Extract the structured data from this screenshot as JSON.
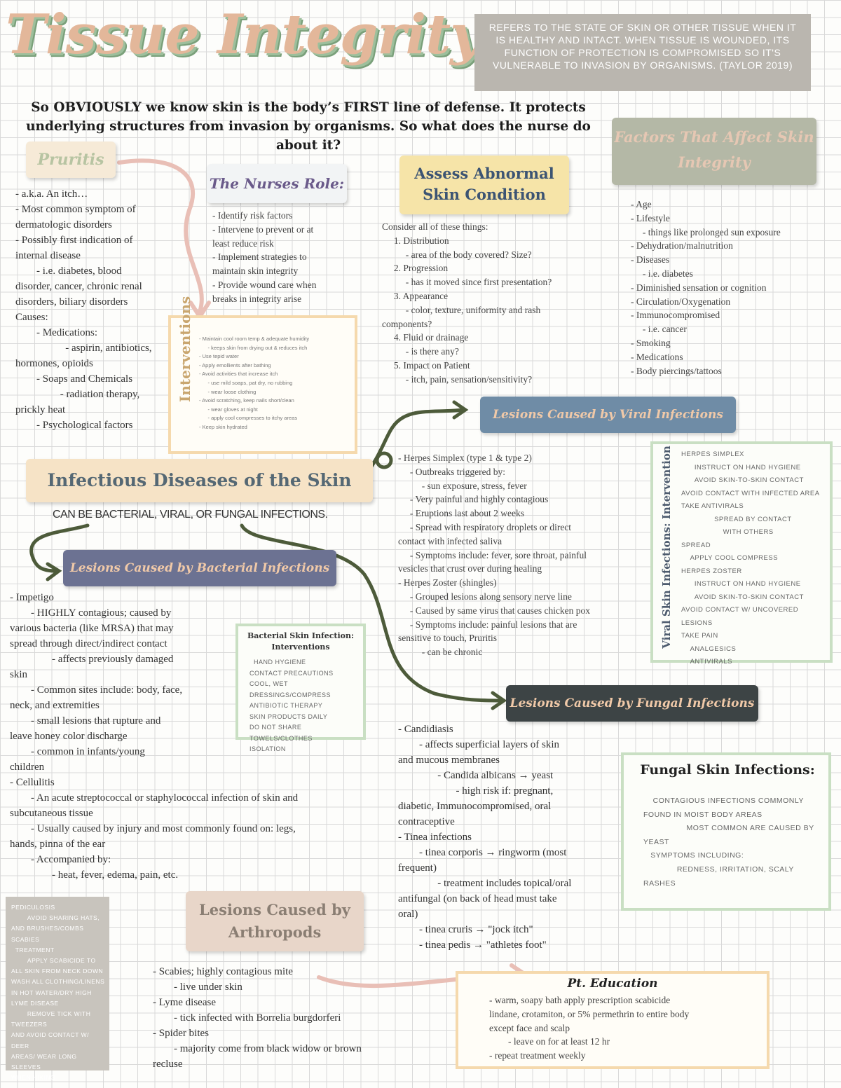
{
  "title": "Tissue Integrity",
  "definition": "refers to the state of skin or other tissue when it is healthy and intact. When tissue is wounded, its function of protection is compromised so it's vulnerable to invasion by organisms. (Taylor 2019)",
  "intro": "So OBVIOUSLY we know skin is the body’s FIRST line of defense. It protects underlying structures from invasion by organisms. So what does the nurse do about it?",
  "pruritis": {
    "heading": "Pruritis",
    "notes": "- a.k.a. An itch…\n- Most common symptom of\ndermatologic disorders\n- Possibly first indication of\ninternal disease\n        - i.e. diabetes, blood\ndisorder, cancer, chronic renal\ndisorders, biliary disorders\nCauses:\n        - Medications:\n                   - aspirin, antibiotics,\nhormones, opioids\n        - Soaps and Chemicals\n                 - radiation therapy,\nprickly heat\n        - Psychological factors"
  },
  "nurses_role": {
    "heading": "The Nurses Role:",
    "notes": "- Identify risk factors\n- Intervene to prevent or at\nleast reduce risk\n- Implement strategies to\nmaintain skin integrity\n- Provide wound care when\nbreaks in integrity arise"
  },
  "interventions": {
    "label": "Interventions",
    "notes": "- Maintain cool room temp & adequate humidity\n      - keeps skin from drying out & reduces itch\n- Use tepid water\n- Apply emollients after bathing\n- Avoid activities that increase itch\n      - use mild soaps, pat dry, no rubbing\n      - wear loose clothing\n- Avoid scratching, keep nails short/clean\n      - wear gloves at night\n      - apply cool compresses to itchy areas\n- Keep skin hydrated"
  },
  "assess": {
    "heading": "Assess Abnormal Skin Condition",
    "notes": "Consider all of these things:\n     1. Distribution\n          - area of the body covered? Size?\n     2. Progression\n          - has it moved since first presentation?\n     3. Appearance\n          - color, texture, uniformity and rash\ncomponents?\n     4. Fluid or drainage\n          - is there any?\n     5. Impact on Patient\n          - itch, pain, sensation/sensitivity?"
  },
  "factors": {
    "heading": "Factors That Affect Skin Integrity",
    "notes": "- Age\n- Lifestyle\n     - things like prolonged sun exposure\n- Dehydration/malnutrition\n- Diseases\n     - i.e. diabetes\n- Diminished sensation or cognition\n- Circulation/Oxygenation\n- Immunocompromised\n     - i.e. cancer\n- Smoking\n- Medications\n- Body piercings/tattoos"
  },
  "infectious": {
    "heading": "Infectious Diseases of the Skin",
    "sub": "CAN BE BACTERIAL, VIRAL, OR FUNGAL INFECTIONS."
  },
  "viral": {
    "heading": "Lesions Caused by Viral Infections",
    "notes": "- Herpes Simplex (type 1 & type 2)\n     - Outbreaks triggered by:\n          - sun exposure, stress, fever\n     - Very painful and highly contagious\n     - Eruptions last about 2 weeks\n     - Spread with respiratory droplets or direct\ncontact with infected saliva\n     - Symptoms include: fever, sore throat, painful\nvesicles that crust over during healing\n- Herpes Zoster (shingles)\n     - Grouped lesions along sensory nerve line\n     - Caused by same virus that causes chicken pox\n     - Symptoms include: painful lesions that are\nsensitive to touch, Pruritis\n          - can be chronic",
    "box_label": "Viral Skin Infections: Intervention",
    "box_notes": "Herpes Simplex\n      Instruct on hand hygiene\n      Avoid skin-to-skin contact\nAvoid contact with infected area\nTake antivirals\n               Spread by contact\n                   with others\nSpread\n    Apply cool compress\nHerpes Zoster\n      Instruct on hand hygiene\n      Avoid skin-to-skin contact\nAvoid contact w/ uncovered lesions\nTake pain\n    Analgesics\n    Antivirals"
  },
  "bacterial": {
    "heading": "Lesions Caused by Bacterial Infections",
    "notes": "- Impetigo\n        - HIGHLY contagious; caused by\nvarious bacteria (like MRSA) that may\nspread through direct/indirect contact\n                - affects previously damaged\nskin\n        - Common sites include: body, face,\nneck, and extremities\n        - small lesions that rupture and\nleave honey color discharge\n        - common in infants/young\nchildren\n- Cellulitis\n        - An acute streptococcal or staphylococcal infection of skin and\nsubcutaneous tissue\n        - Usually caused by injury and most commonly found on: legs,\nhands, pinna of the ear\n        - Accompanied by:\n                - heat, fever, edema, pain, etc.",
    "box_heading": "Bacterial Skin Infection: Interventions",
    "box_notes": "  Hand hygiene\nContact precautions\nCool, wet dressings/compress\nAntibiotic therapy\nSkin products daily\nDo not share towels/clothes\nIsolation"
  },
  "fungal": {
    "heading": "Lesions Caused by Fungal Infections",
    "notes": "- Candidiasis\n        - affects superficial layers of skin\nand mucous membranes\n               - Candida albicans → yeast\n                      - high risk if: pregnant,\ndiabetic, Immunocompromised, oral\ncontraceptive\n- Tinea infections\n        - tinea corporis → ringworm (most\nfrequent)\n               - treatment includes topical/oral\nantifungal (on back of head must take\noral)\n        - tinea cruris → \"jock itch\"\n        - tinea pedis → \"athletes foot\"",
    "box_heading": "Fungal Skin Infections:",
    "box_notes": "    CONTAGIOUS INFECTIONS COMMONLY\nFOUND IN MOIST BODY AREAS\n                  MOST COMMON ARE CAUSED BY\nYEAST\n   SYMPTOMS INCLUDING:\n              REDNESS, IRRITATION, SCALY\nRASHES"
  },
  "arthropods": {
    "heading": "Lesions Caused by Arthropods",
    "notes": "- Scabies; highly contagious mite\n        - live under skin\n- Lyme disease\n        - tick infected with Borrelia burgdorferi\n- Spider bites\n        - majority come from black widow or brown\nrecluse",
    "gray_notes": "Pediculosis\n        Avoid sharing hats,\nand brushes/combs\nScabies\n  Treatment\n        Apply scabicide to\nall skin from neck down\nWash all clothing/linens\nin hot water/dry high\nLyme disease\n        Remove tick with tweezers\nand avoid contact w/ deer\nareas/ wear long sleeves\nwhen hiking"
  },
  "pt_education": {
    "heading": "Pt. Education",
    "notes": "- warm, soapy bath apply prescription scabicide\nlindane, crotamiton, or 5% permethrin to entire body\nexcept face and scalp\n        - leave on for at least 12 hr\n- repeat treatment weekly"
  },
  "colors": {
    "peach": "#f6e3c6",
    "mint": "#f0ece2",
    "yellow": "#f6e4a8",
    "sage": "#b4b8a6",
    "blue": "#6f8ca6",
    "slate": "#6c7292",
    "charcoal": "#3d4445",
    "tan": "#e8d6c9",
    "arrow_green": "#4d5b3a",
    "arrow_pink": "#e9bfb6"
  }
}
